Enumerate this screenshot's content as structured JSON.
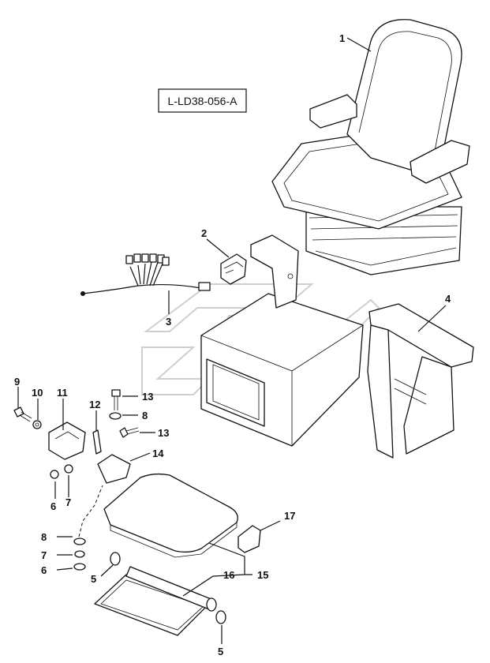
{
  "reference_code": "L-LD38-056-A",
  "callouts": [
    {
      "id": "c1",
      "text": "1"
    },
    {
      "id": "c2",
      "text": "2"
    },
    {
      "id": "c3",
      "text": "3"
    },
    {
      "id": "c4",
      "text": "4"
    },
    {
      "id": "c5a",
      "text": "5"
    },
    {
      "id": "c5b",
      "text": "5"
    },
    {
      "id": "c6a",
      "text": "6"
    },
    {
      "id": "c6b",
      "text": "6"
    },
    {
      "id": "c7a",
      "text": "7"
    },
    {
      "id": "c7b",
      "text": "7"
    },
    {
      "id": "c8a",
      "text": "8"
    },
    {
      "id": "c8b",
      "text": "8"
    },
    {
      "id": "c9",
      "text": "9"
    },
    {
      "id": "c10",
      "text": "10"
    },
    {
      "id": "c11",
      "text": "11"
    },
    {
      "id": "c12",
      "text": "12"
    },
    {
      "id": "c13a",
      "text": "13"
    },
    {
      "id": "c13b",
      "text": "13"
    },
    {
      "id": "c14",
      "text": "14"
    },
    {
      "id": "c15",
      "text": "15"
    },
    {
      "id": "c16",
      "text": "16"
    },
    {
      "id": "c17",
      "text": "17"
    }
  ]
}
